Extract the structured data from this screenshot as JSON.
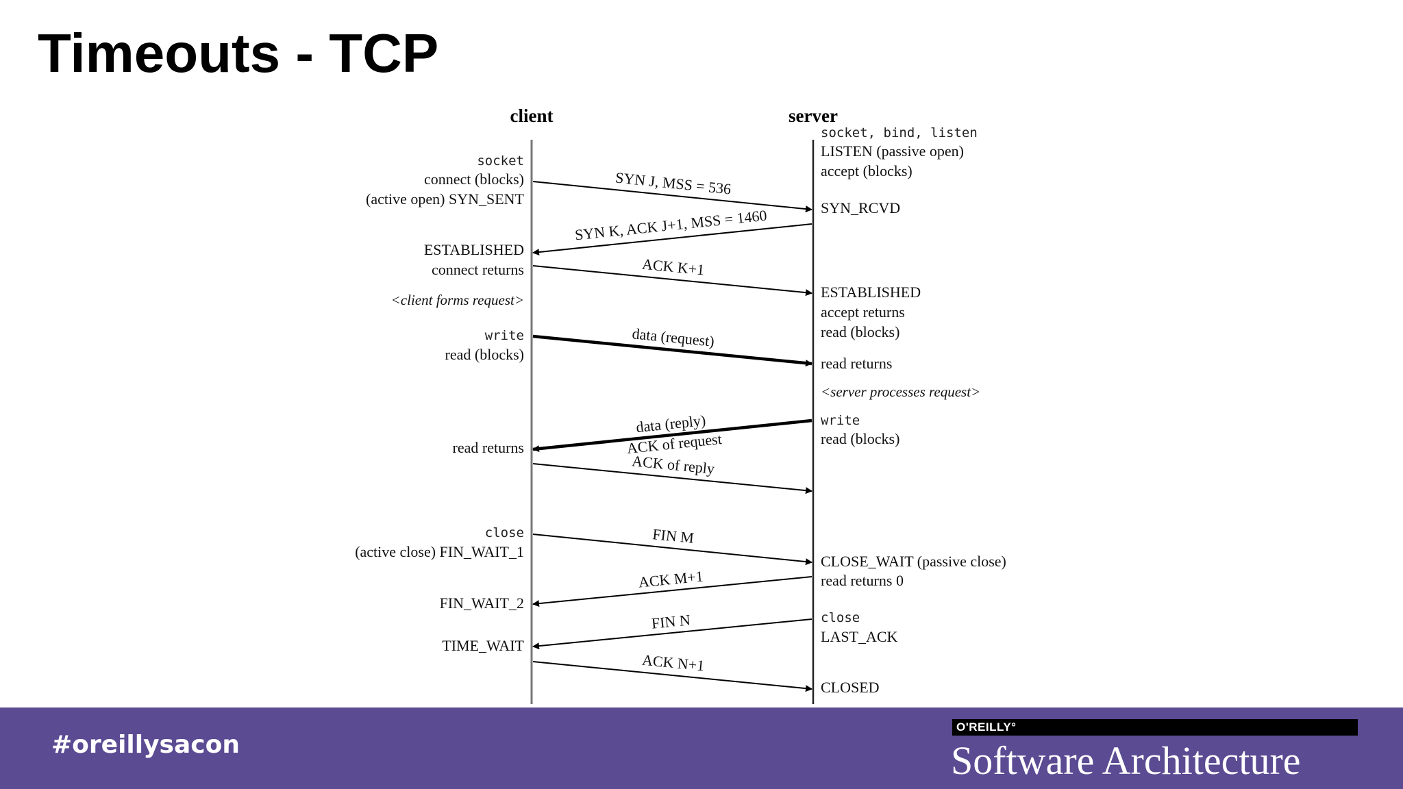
{
  "title": "Timeouts - TCP",
  "diagram": {
    "client_header": "client",
    "server_header": "server",
    "client_labels": {
      "socket": "socket",
      "connect_blocks": "connect (blocks)",
      "active_open": "(active open)  SYN_SENT",
      "established": "ESTABLISHED",
      "connect_returns": "connect returns",
      "client_forms": "<client forms request>",
      "write": "write",
      "read_blocks": "read (blocks)",
      "read_returns": "read returns",
      "close": "close",
      "active_close": "(active close)  FIN_WAIT_1",
      "fin_wait_2": "FIN_WAIT_2",
      "time_wait": "TIME_WAIT"
    },
    "server_labels": {
      "socket_bind_listen": "socket, bind, listen",
      "listen": "LISTEN  (passive open)",
      "accept_blocks": "accept (blocks)",
      "syn_rcvd": "SYN_RCVD",
      "established": "ESTABLISHED",
      "accept_returns": "accept returns",
      "read_blocks": "read (blocks)",
      "read_returns": "read returns",
      "server_processes": "<server processes request>",
      "write": "write",
      "read_blocks_2": "read (blocks)",
      "close_wait": "CLOSE_WAIT  (passive close)",
      "read_returns_0": "read returns 0",
      "close": "close",
      "last_ack": "LAST_ACK",
      "closed": "CLOSED"
    },
    "messages": {
      "syn_j": "SYN J, MSS = 536",
      "syn_k": "SYN K, ACK J+1, MSS = 1460",
      "ack_k": "ACK K+1",
      "data_request": "data (request)",
      "data_reply": "data (reply)",
      "ack_request": "ACK of request",
      "ack_reply": "ACK of reply",
      "fin_m": "FIN M",
      "ack_m": "ACK M+1",
      "fin_n": "FIN N",
      "ack_n": "ACK N+1"
    }
  },
  "footer": {
    "hashtag": "#oreillysacon",
    "brand": "O'REILLY°",
    "product": "Software Architecture",
    "background_color": "#5a4b93"
  }
}
